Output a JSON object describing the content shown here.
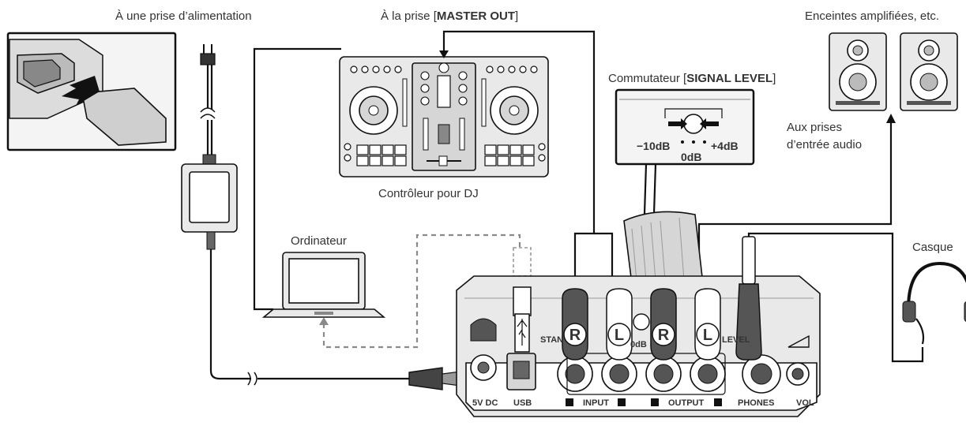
{
  "labels": {
    "power_outlet": "À une prise d’alimentation",
    "master_out_prefix": "À la prise [",
    "master_out_bold": "MASTER OUT",
    "master_out_suffix": "]",
    "speakers": "Enceintes amplifiées, etc.",
    "signal_level_prefix": "Commutateur [",
    "signal_level_bold": "SIGNAL LEVEL",
    "signal_level_suffix": "]",
    "audio_inputs_line1": "Aux prises",
    "audio_inputs_line2": "d’entrée audio",
    "dj_controller": "Contrôleur pour DJ",
    "computer": "Ordinateur",
    "headphones": "Casque"
  },
  "switch_detail": {
    "minus": "−10dB",
    "plus": "+4dB",
    "zero": "0dB"
  },
  "device_panel": {
    "power": "5V DC",
    "usb": "USB",
    "input": "INPUT",
    "output": "OUTPUT",
    "phones": "PHONES",
    "vol": "VOL",
    "standard": "STAN",
    "signal_level": "LEVEL",
    "zero_db": "0dB",
    "right": "R",
    "left": "L"
  }
}
